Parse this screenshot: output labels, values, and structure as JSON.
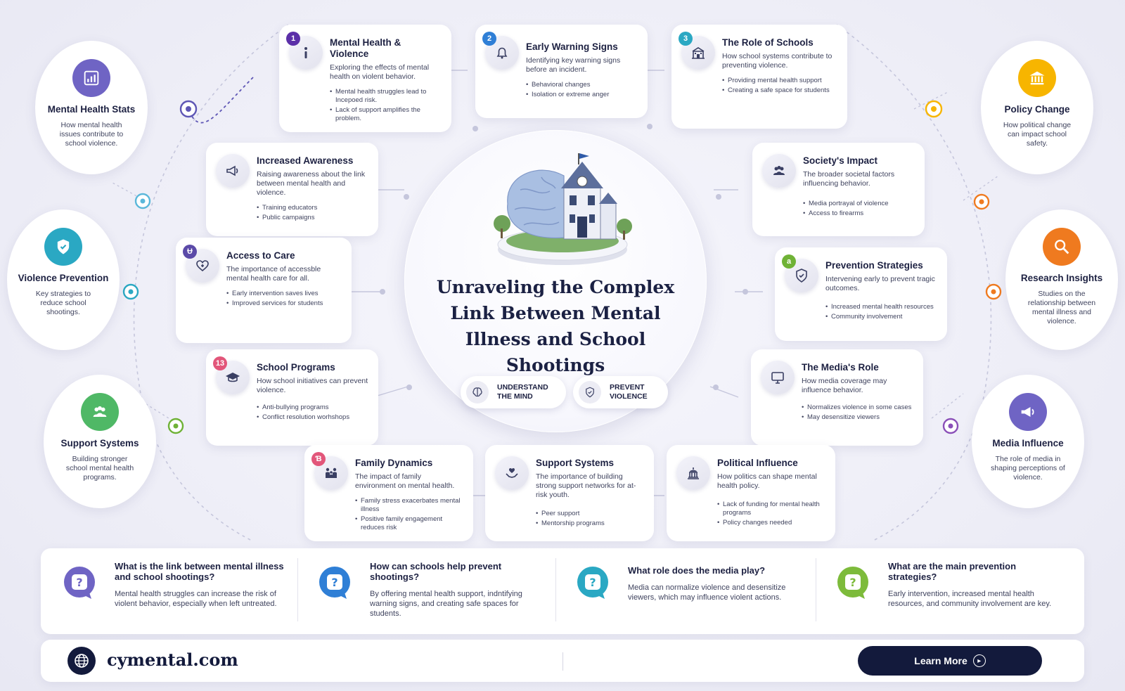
{
  "title": "Unraveling the Complex Link Between Mental Illness and School Shootings",
  "colors": {
    "navy": "#131a3c",
    "purple": "#6f64c4",
    "blue": "#2f7fd6",
    "teal": "#2aa8c3",
    "green": "#6fb236",
    "yellow": "#f7b500",
    "orange": "#ef7a1f",
    "pink": "#e2567a"
  },
  "pills": [
    {
      "label": "UNDERSTAND THE MIND",
      "icon": "brain-icon"
    },
    {
      "label": "PREVENT VIOLENCE",
      "icon": "shield-icon"
    }
  ],
  "cards": {
    "mental_health": {
      "number": "1",
      "icon": "info-icon",
      "title": "Mental Health & Violence",
      "desc": "Exploring the effects of mental health on violent behavior.",
      "bullets": [
        "Mental health struggles lead to Incepoed risk.",
        "Lack of support amplifies the problem."
      ]
    },
    "early_warning": {
      "number": "2",
      "icon": "bell-icon",
      "title": "Early Warning Signs",
      "desc": "Identifying key warning signs before an incident.",
      "bullets": [
        "Behavioral changes",
        "Isolation or extreme anger"
      ]
    },
    "role_schools": {
      "number": "3",
      "icon": "school-icon",
      "title": "The Role of Schools",
      "desc": "How school systems contribute to preventing violence.",
      "bullets": [
        "Providing mental health support",
        "Creating a safe space for students"
      ]
    },
    "awareness": {
      "icon": "megaphone-icon",
      "title": "Increased Awareness",
      "desc": "Raising awareness about the link between mental health and violence.",
      "bullets": [
        "Training educators",
        "Public campaigns"
      ]
    },
    "society": {
      "icon": "people-icon",
      "title": "Society's Impact",
      "desc": "The broader societal factors influencing behavior.",
      "bullets": [
        "Media portrayal of violence",
        "Access to firearms"
      ]
    },
    "access_care": {
      "number": "Ʉ",
      "icon": "heart-icon",
      "title": "Access to Care",
      "desc": "The importance of accessble mental health care for all.",
      "bullets": [
        "Early intervention saves lives",
        "Improved services for students"
      ]
    },
    "prevention": {
      "number": "a",
      "icon": "shield-icon",
      "title": "Prevention Strategies",
      "desc": "Intervening early to prevent tragic outcomes.",
      "bullets": [
        "Increased mental health resources",
        "Community involvement"
      ]
    },
    "school_programs": {
      "number": "13",
      "icon": "graduation-cap-icon",
      "title": "School Programs",
      "desc": "How school initiatives can prevent violence.",
      "bullets": [
        "Anti-bullying programs",
        "Conflict resolution worhshops"
      ]
    },
    "media_role": {
      "icon": "monitor-icon",
      "title": "The Media's Role",
      "desc": "How media coverage may influence behavior.",
      "bullets": [
        "Normalizes violence in some cases",
        "May desensitize viewers"
      ]
    },
    "family": {
      "number": "Ɓ",
      "icon": "family-icon",
      "title": "Family Dynamics",
      "desc": "The impact of family environment on mental health.",
      "bullets": [
        "Family stress exacerbates mental illness",
        "Positive family engagement reduces risk"
      ]
    },
    "support": {
      "icon": "hands-heart-icon",
      "title": "Support Systems",
      "desc": "The importance of building strong support networks for at-risk youth.",
      "bullets": [
        "Peer support",
        "Mentorship programs"
      ]
    },
    "political": {
      "icon": "capitol-icon",
      "title": "Political Influence",
      "desc": "How politics can shape mental health policy.",
      "bullets": [
        "Lack of funding for mental health programs",
        "Policy changes needed"
      ]
    }
  },
  "sides": {
    "stats": {
      "icon": "chart-icon",
      "title": "Mental Health Stats",
      "desc": "How mental health issues contribute to school violence."
    },
    "violence_prev": {
      "icon": "shield-check-icon",
      "title": "Violence Prevention",
      "desc": "Key strategies to reduce school shootings."
    },
    "support_sys": {
      "icon": "group-icon",
      "title": "Support Systems",
      "desc": "Building stronger school mental health programs."
    },
    "policy": {
      "icon": "bank-icon",
      "title": "Policy Change",
      "desc": "How political change can impact school safety."
    },
    "research": {
      "icon": "magnifier-icon",
      "title": "Research Insights",
      "desc": "Studies on the relationship between mental illness and violence."
    },
    "media_infl": {
      "icon": "megaphone-icon",
      "title": "Media Influence",
      "desc": "The role of media in shaping perceptions of violence."
    }
  },
  "faq": [
    {
      "question": "What is the link between mental illness and school shootings?",
      "answer": "Mental health struggles can increase the risk of violent behavior, especially when left untreated."
    },
    {
      "question": "How can schools help prevent shootings?",
      "answer": "By offering mental health support, indntifying warning signs, and creating safe spaces for students."
    },
    {
      "question": "What role does the media play?",
      "answer": "Media can normalize violence and desensitize viewers, which may influence violent actions."
    },
    {
      "question": "What are the main prevention strategies?",
      "answer": "Early intervention, increased mental health resources, and community involvement are key."
    }
  ],
  "footer": {
    "site": "cymental.com",
    "button": "Learn More"
  }
}
